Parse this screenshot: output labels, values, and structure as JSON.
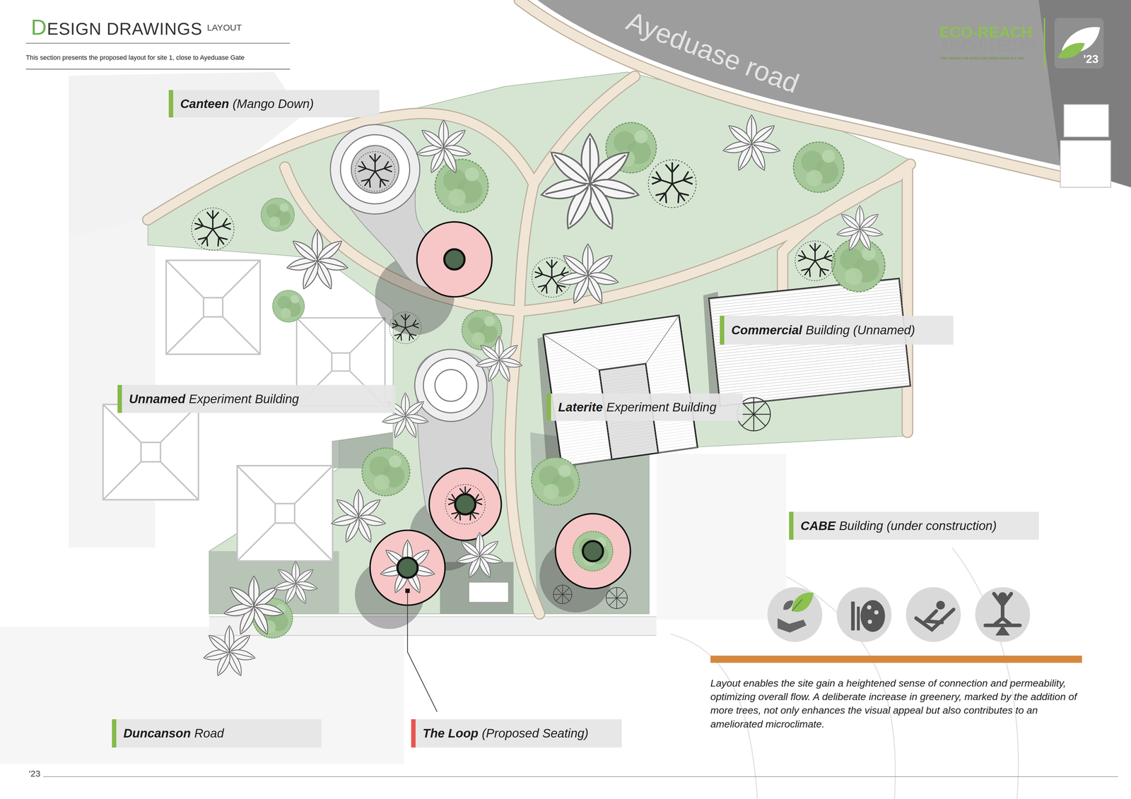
{
  "diagram": {
    "title": "DESIGN DRAWINGS",
    "caption": "Layout enables the site gain a heightened sense of connection and permeability, optimizing overall flow. A deliberate increase in greenery, marked by the addition of more trees, not only enhances the visual appeal but also contributes to an ameliorated microclimate.",
    "nodes": [
      {
        "text": [
          "Canteen",
          "(Mango Down)"
        ]
      },
      {
        "text": [
          "Commercial",
          "Building (Unnamed)"
        ]
      },
      {
        "text": [
          "Unnamed",
          "Experiment Building"
        ]
      },
      {
        "text": [
          "Laterite",
          "Experiment Building"
        ]
      },
      {
        "text": [
          "CABE",
          "Building (under construction)"
        ]
      },
      {
        "text": [
          "Duncanson",
          "Road"
        ]
      },
      {
        "text": [
          "The Loop",
          "(Proposed Seating)"
        ]
      }
    ],
    "labels": [
      "LAYOUT",
      "This section presents the proposed layout for site 1, close to Ayeduase Gate",
      "Ayeduase road",
      "ECO-REACH",
      "ARCHITECTS",
      "*ERA, HEALING THE WORLD ONE GREEN SPACE AT A TIME",
      "'23",
      "'23"
    ]
  }
}
